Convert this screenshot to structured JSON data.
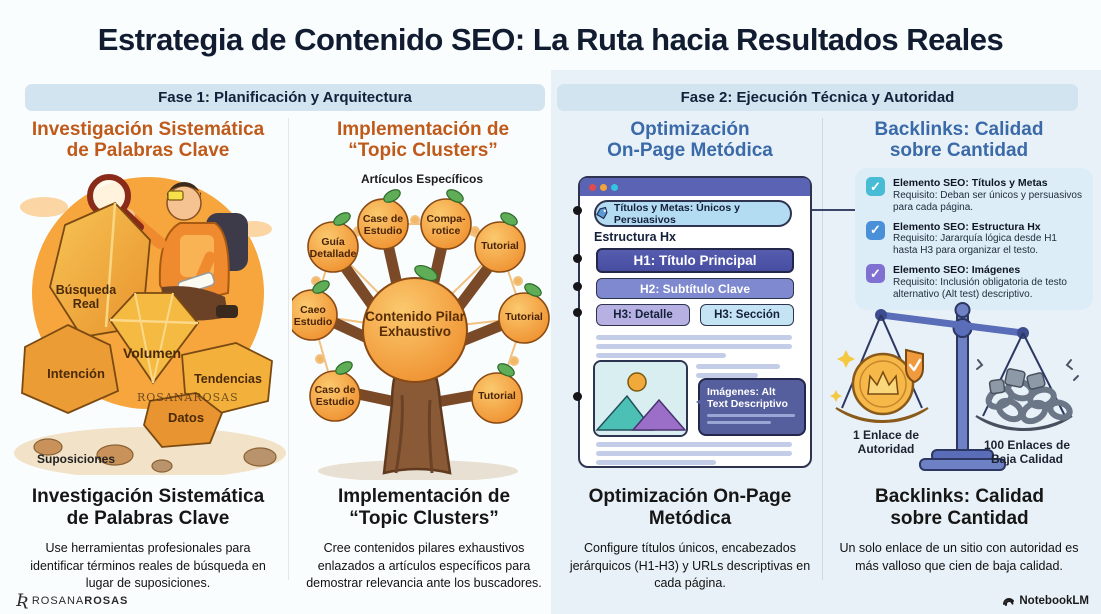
{
  "title": "Estrategia de Contenido SEO: La Ruta hacia Resultados Reales",
  "phase1": {
    "label": "Fase 1: Planificación y Arquitectura"
  },
  "phase2": {
    "label": "Fase 2: Ejecución Técnica y Autoridad"
  },
  "colors": {
    "orange_heading": "#c05a1a",
    "blue_heading": "#3a6aa8",
    "phase_bar_bg": "#d2e4f0",
    "right_panel_bg": "#e8f1f8",
    "browser_bar": "#5b63b4",
    "h1_bar": "#4d53a6",
    "h2_bar": "#7e89cf",
    "h3_detalle": "#b6b1e2",
    "h3_seccion": "#c4e4f4",
    "callout_bg": "#565f9e",
    "check_cyan": "#47bcd4",
    "check_blue": "#4a90d9",
    "check_purple": "#8070d2"
  },
  "col1": {
    "heading": {
      "line1": "Investigación Sistemática",
      "line2": "de Palabras Clave"
    },
    "rocks": [
      "Búsqueda Real",
      "Volumen",
      "Intención",
      "Tendencias",
      "Datos"
    ],
    "ground_label": "Suposiciones",
    "watermark": "ROSANAROSAS",
    "footer_heading": {
      "line1": "Investigación Sistemática",
      "line2": "de Palabras Clave"
    },
    "description": "Use herramientas profesionales para identificar términos reales de búsqueda en lugar de suposiciones."
  },
  "col2": {
    "heading": {
      "line1": "Implementación de",
      "line2": "“Topic Clusters”"
    },
    "tree_top_label": "Artículos Específicos",
    "center_apple": "Contenido Pilar Exhaustivo",
    "apples": [
      "Guía Detallade",
      "Case de Estudio",
      "Compa-rotice",
      "Tutorial",
      "Caeo Estudio",
      "Tutorial",
      "Caso de Estudio",
      "Tutorial"
    ],
    "footer_heading": {
      "line1": "Implementación de",
      "line2": "“Topic Clusters”"
    },
    "description": "Cree contenidos pilares exhaustivos enlazados a artículos específicos para demostrar relevancia ante los buscadores."
  },
  "col3": {
    "heading": {
      "line1": "Optimización",
      "line2": "On-Page Metódica"
    },
    "browser": {
      "meta_pill": "Títulos y Metas: Únicos y Persuasivos",
      "structure_label": "Estructura Hx",
      "h1": "H1: Título Principal",
      "h2": "H2: Subtítulo Clave",
      "h3a": "H3: Detalle",
      "h3b": "H3: Sección",
      "alt_callout": "Imágenes: Alt Text Descriptivo"
    },
    "footer_heading": {
      "line1": "Optimización On-Page",
      "line2": "Metódica"
    },
    "description": "Configure títulos únicos, encabezados jerárquicos (H1-H3) y URLs descriptivas en cada página."
  },
  "col4": {
    "heading": {
      "line1": "Backlinks: Calidad",
      "line2": "sobre Cantidad"
    },
    "checklist": [
      {
        "title": "Elemento SEO: Títulos y Metas",
        "req": "Requisito: Deban ser únicos y persuasivos para cada página."
      },
      {
        "title": "Elemento SEO: Estructura Hx",
        "req": "Requisito: Jararquía lógica desde H1 hasta H3 para organizar el testo."
      },
      {
        "title": "Elemento SEO: Imágenes",
        "req": "Requisito: Inclusión obligatoria de testo alternativo (Alt test) descriptivo."
      }
    ],
    "scale": {
      "left_label": "1 Enlace de Autoridad",
      "right_label": "100 Enlaces de Baja Calidad"
    },
    "footer_heading": {
      "line1": "Backlinks: Calidad",
      "line2": "sobre Cantidad"
    },
    "description": "Un solo enlace de un sitio con autoridad es más valloso que cien de baja calidad."
  },
  "footer": {
    "brand_rosana": "ROSANA",
    "brand_rosas": "ROSAS",
    "notebooklm": "NotebookLM"
  }
}
